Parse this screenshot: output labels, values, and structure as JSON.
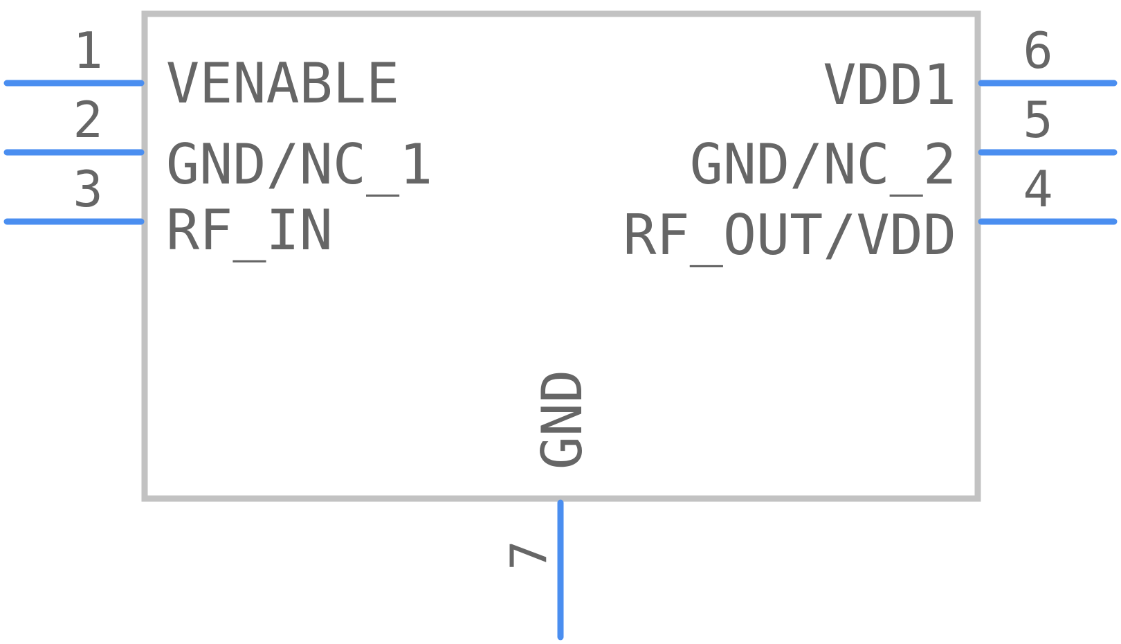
{
  "colors": {
    "pin": "#4a8ef0",
    "outline": "#c2c2c2",
    "text": "#666666",
    "background": "#ffffff"
  },
  "component": {
    "pins": [
      {
        "number": "1",
        "name": "VENABLE"
      },
      {
        "number": "2",
        "name": "GND/NC_1"
      },
      {
        "number": "3",
        "name": "RF_IN"
      },
      {
        "number": "4",
        "name": "RF_OUT/VDD"
      },
      {
        "number": "5",
        "name": "GND/NC_2"
      },
      {
        "number": "6",
        "name": "VDD1"
      },
      {
        "number": "7",
        "name": "GND"
      }
    ]
  }
}
